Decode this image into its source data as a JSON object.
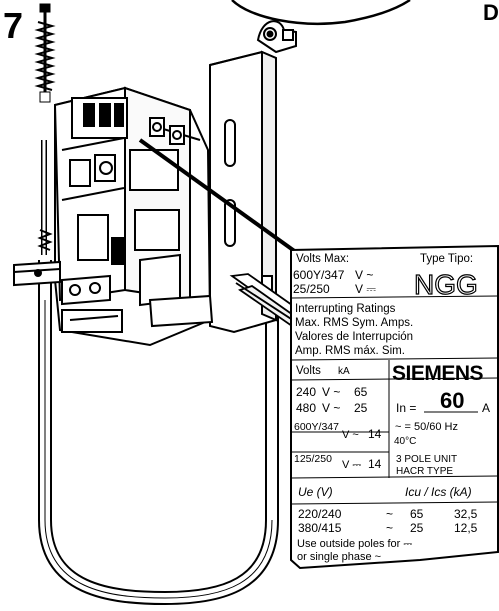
{
  "figure": {
    "step_number": "7",
    "corner_letter": "D"
  },
  "label": {
    "volts_max": "Volts Max:",
    "type_tipo": "Type Tipo:",
    "type_code": "NGG",
    "v_ac_rating": "600Y/347",
    "v_ac_unit": "V ~",
    "v_dc_rating": "25/250",
    "v_dc_unit": "V ⎓",
    "interrupting_1": "Interrupting Ratings",
    "interrupting_2": "Max. RMS Sym. Amps.",
    "interrupting_3": "Valores de Interrupción",
    "interrupting_4": "Amp. RMS máx. Sim.",
    "brand": "SIEMENS",
    "table_head_volts": "Volts",
    "table_head_ka": "kA",
    "rows": [
      {
        "volts": "240",
        "sym": "V ~",
        "ka": "65"
      },
      {
        "volts": "480",
        "sym": "V ~",
        "ka": "25"
      },
      {
        "volts": "600Y/347",
        "sym": "V ~",
        "ka": "14"
      },
      {
        "volts": "125/250",
        "sym": "V ⎓",
        "ka": "14"
      }
    ],
    "in_label": "In =",
    "in_value": "60",
    "in_unit": "A",
    "freq": "~ = 50/60 Hz",
    "temp": "40°C",
    "pole_1": "3 POLE UNIT",
    "pole_2": "HACR TYPE",
    "iec_ue": "Ue (V)",
    "iec_icu_ics": "Icu / Ics (kA)",
    "iec_rows": [
      {
        "ue": "220/240",
        "sym": "~",
        "icu": "65",
        "ics": "32,5"
      },
      {
        "ue": "380/415",
        "sym": "~",
        "icu": "25",
        "ics": "12,5"
      }
    ],
    "note_1": "Use outside poles for ⎓",
    "note_2": "or single phase ~"
  }
}
